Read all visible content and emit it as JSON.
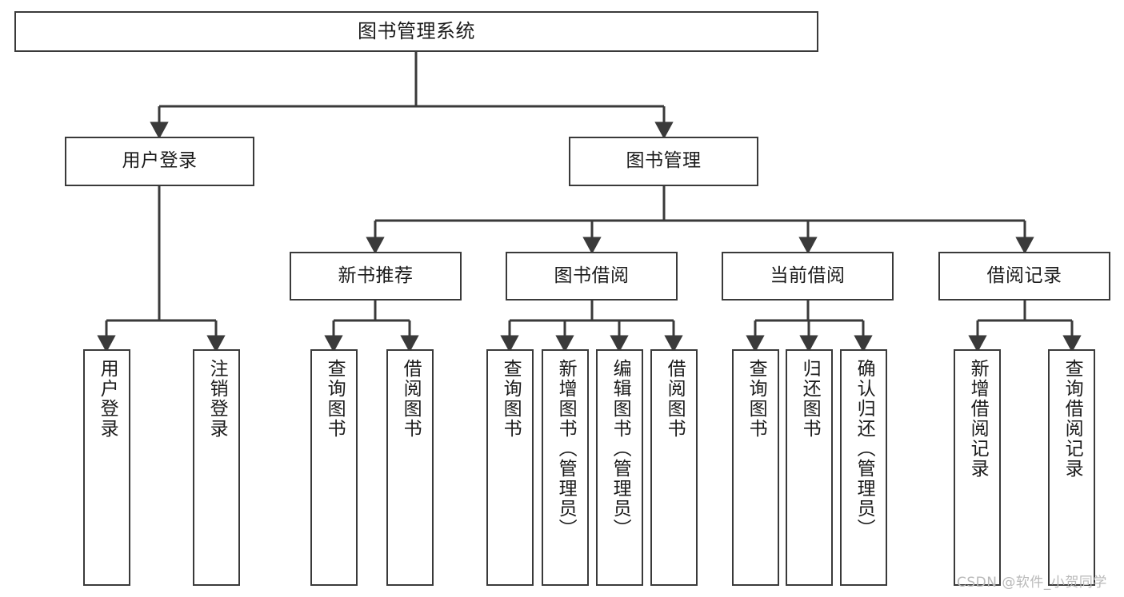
{
  "diagram": {
    "title": "图书管理系统",
    "type": "tree-hierarchy-chart",
    "watermark": "CSDN @软件_小贺同学",
    "style": {
      "box_border_color": "#3a3a3a",
      "box_fill_color": "#ffffff",
      "line_color": "#3a3a3a",
      "text_color": "#1b1b1b",
      "background": "#ffffff",
      "watermark_color": "#b9b9b9"
    }
  },
  "nodes": {
    "root": {
      "label": "图书管理系统"
    },
    "level2": [
      {
        "id": "user-login",
        "label": "用户登录"
      },
      {
        "id": "book-manage",
        "label": "图书管理"
      }
    ],
    "level3": [
      {
        "id": "new-book-recommend",
        "label": "新书推荐"
      },
      {
        "id": "book-borrow",
        "label": "图书借阅"
      },
      {
        "id": "current-borrow",
        "label": "当前借阅"
      },
      {
        "id": "borrow-record",
        "label": "借阅记录"
      }
    ],
    "leaves": {
      "user-login": [
        {
          "id": "leaf-user-login",
          "label": "用户登录"
        },
        {
          "id": "leaf-user-logout",
          "label": "注销登录"
        }
      ],
      "new-book-recommend": [
        {
          "id": "leaf-query-book-1",
          "label": "查询图书"
        },
        {
          "id": "leaf-borrow-book-1",
          "label": "借阅图书"
        }
      ],
      "book-borrow": [
        {
          "id": "leaf-query-book-2",
          "label": "查询图书"
        },
        {
          "id": "leaf-add-book",
          "label": "新增图书（管理员）"
        },
        {
          "id": "leaf-edit-book",
          "label": "编辑图书（管理员）"
        },
        {
          "id": "leaf-borrow-book-2",
          "label": "借阅图书"
        }
      ],
      "current-borrow": [
        {
          "id": "leaf-query-book-3",
          "label": "查询图书"
        },
        {
          "id": "leaf-return-book",
          "label": "归还图书"
        },
        {
          "id": "leaf-confirm-return",
          "label": "确认归还（管理员）"
        }
      ],
      "borrow-record": [
        {
          "id": "leaf-add-record",
          "label": "新增借阅记录"
        },
        {
          "id": "leaf-query-record",
          "label": "查询借阅记录"
        }
      ]
    }
  }
}
